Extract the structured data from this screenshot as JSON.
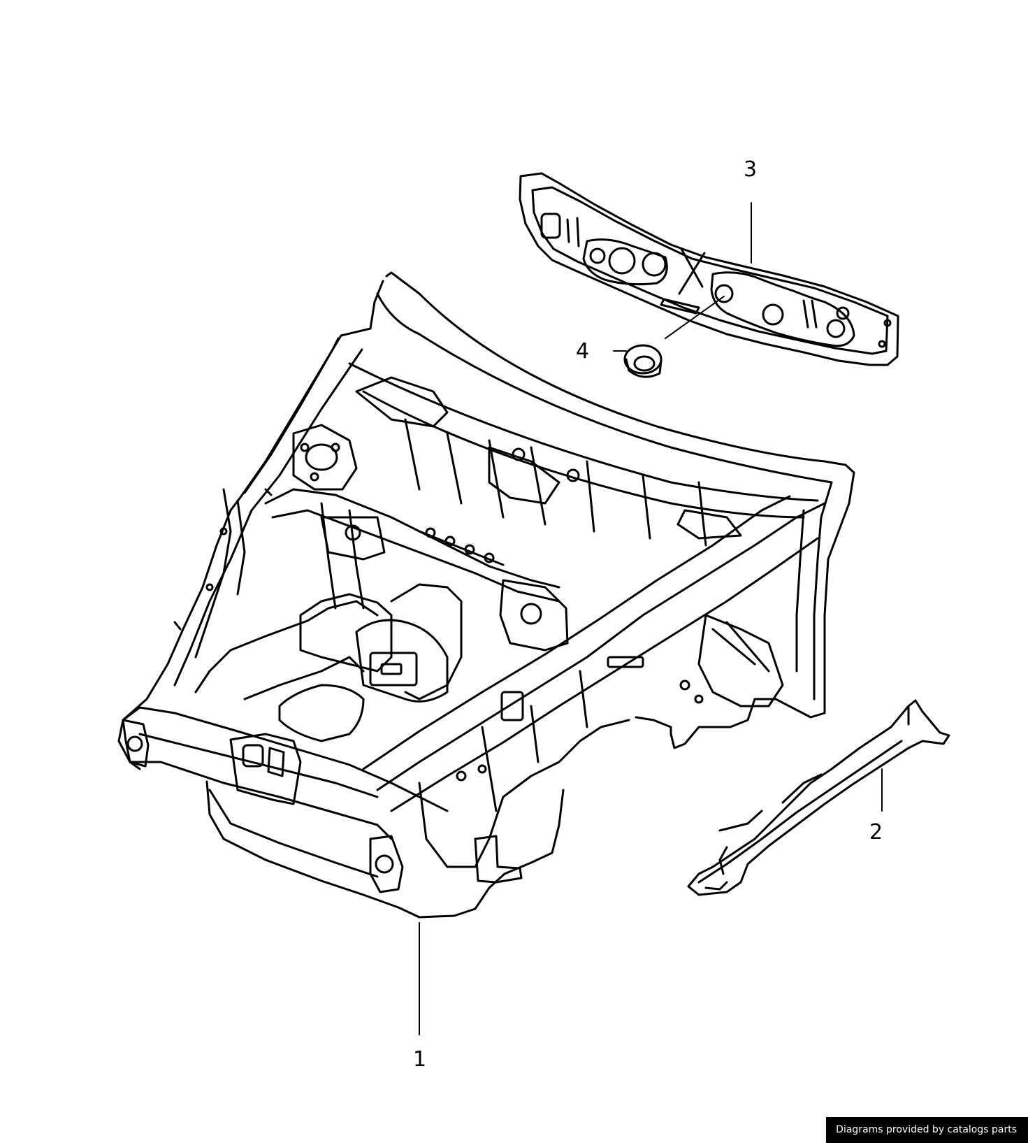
{
  "callouts": [
    {
      "id": "1",
      "label": "1"
    },
    {
      "id": "2",
      "label": "2"
    },
    {
      "id": "3",
      "label": "3"
    },
    {
      "id": "4",
      "label": "4"
    }
  ],
  "credit": "Diagrams provided by catalogs parts",
  "colors": {
    "line": "#000000",
    "background": "#ffffff",
    "credit_background": "#000000",
    "credit_text": "#ffffff"
  }
}
